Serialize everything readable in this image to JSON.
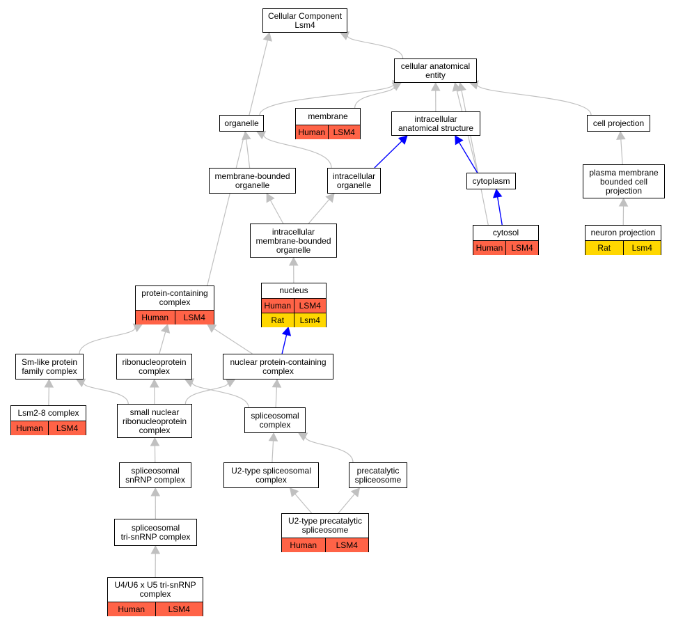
{
  "colors": {
    "edge_default": "#c0c0c0",
    "edge_highlight": "#0000ff",
    "human": "#ff6347",
    "rat": "#ffd700"
  },
  "nodes": {
    "cellular_component": {
      "lines": [
        "Cellular Component",
        "Lsm4"
      ],
      "annotations": []
    },
    "cellular_anatomical_entity": {
      "lines": [
        "cellular anatomical",
        "entity"
      ],
      "annotations": []
    },
    "organelle": {
      "lines": [
        "organelle"
      ],
      "annotations": []
    },
    "membrane": {
      "lines": [
        "membrane"
      ],
      "annotations": [
        {
          "species": "Human",
          "gene": "LSM4"
        }
      ]
    },
    "intracellular_anatomical_structure": {
      "lines": [
        "intracellular",
        "anatomical structure"
      ],
      "annotations": []
    },
    "cell_projection": {
      "lines": [
        "cell projection"
      ],
      "annotations": []
    },
    "membrane_bounded_organelle": {
      "lines": [
        "membrane-bounded",
        "organelle"
      ],
      "annotations": []
    },
    "intracellular_organelle": {
      "lines": [
        "intracellular",
        "organelle"
      ],
      "annotations": []
    },
    "cytoplasm": {
      "lines": [
        "cytoplasm"
      ],
      "annotations": []
    },
    "plasma_membrane_bounded_cell_projection": {
      "lines": [
        "plasma membrane",
        "bounded cell",
        "projection"
      ],
      "annotations": []
    },
    "intracellular_membrane_bounded_organelle": {
      "lines": [
        "intracellular",
        "membrane-bounded",
        "organelle"
      ],
      "annotations": []
    },
    "cytosol": {
      "lines": [
        "cytosol"
      ],
      "annotations": [
        {
          "species": "Human",
          "gene": "LSM4"
        }
      ]
    },
    "neuron_projection": {
      "lines": [
        "neuron projection"
      ],
      "annotations": [
        {
          "species": "Rat",
          "gene": "Lsm4"
        }
      ]
    },
    "protein_containing_complex": {
      "lines": [
        "protein-containing",
        "complex"
      ],
      "annotations": [
        {
          "species": "Human",
          "gene": "LSM4"
        }
      ]
    },
    "nucleus": {
      "lines": [
        "nucleus"
      ],
      "annotations": [
        {
          "species": "Human",
          "gene": "LSM4"
        },
        {
          "species": "Rat",
          "gene": "Lsm4"
        }
      ]
    },
    "sm_like_protein_family_complex": {
      "lines": [
        "Sm-like protein",
        "family complex"
      ],
      "annotations": []
    },
    "ribonucleoprotein_complex": {
      "lines": [
        "ribonucleoprotein",
        "complex"
      ],
      "annotations": []
    },
    "nuclear_protein_containing_complex": {
      "lines": [
        "nuclear protein-containing",
        "complex"
      ],
      "annotations": []
    },
    "lsm2_8_complex": {
      "lines": [
        "Lsm2-8 complex"
      ],
      "annotations": [
        {
          "species": "Human",
          "gene": "LSM4"
        }
      ]
    },
    "small_nuclear_ribonucleoprotein_complex": {
      "lines": [
        "small nuclear",
        "ribonucleoprotein",
        "complex"
      ],
      "annotations": []
    },
    "spliceosomal_complex": {
      "lines": [
        "spliceosomal",
        "complex"
      ],
      "annotations": []
    },
    "spliceosomal_snrnp_complex": {
      "lines": [
        "spliceosomal",
        "snRNP complex"
      ],
      "annotations": []
    },
    "u2_type_spliceosomal_complex": {
      "lines": [
        "U2-type spliceosomal",
        "complex"
      ],
      "annotations": []
    },
    "precatalytic_spliceosome": {
      "lines": [
        "precatalytic",
        "spliceosome"
      ],
      "annotations": []
    },
    "spliceosomal_tri_snrnp_complex": {
      "lines": [
        "spliceosomal",
        "tri-snRNP complex"
      ],
      "annotations": []
    },
    "u2_type_precatalytic_spliceosome": {
      "lines": [
        "U2-type precatalytic",
        "spliceosome"
      ],
      "annotations": [
        {
          "species": "Human",
          "gene": "LSM4"
        }
      ]
    },
    "u4_u6_x_u5_tri_snrnp_complex": {
      "lines": [
        "U4/U6 x U5 tri-snRNP",
        "complex"
      ],
      "annotations": [
        {
          "species": "Human",
          "gene": "LSM4"
        }
      ]
    }
  },
  "edges": [
    {
      "from": "cellular_anatomical_entity",
      "to": "cellular_component",
      "highlight": false
    },
    {
      "from": "protein_containing_complex",
      "to": "cellular_component",
      "highlight": false
    },
    {
      "from": "organelle",
      "to": "cellular_anatomical_entity",
      "highlight": false
    },
    {
      "from": "membrane",
      "to": "cellular_anatomical_entity",
      "highlight": false
    },
    {
      "from": "intracellular_anatomical_structure",
      "to": "cellular_anatomical_entity",
      "highlight": false
    },
    {
      "from": "cytoplasm",
      "to": "cellular_anatomical_entity",
      "highlight": false
    },
    {
      "from": "cytosol",
      "to": "cellular_anatomical_entity",
      "highlight": false
    },
    {
      "from": "cell_projection",
      "to": "cellular_anatomical_entity",
      "highlight": false
    },
    {
      "from": "membrane_bounded_organelle",
      "to": "organelle",
      "highlight": false
    },
    {
      "from": "intracellular_organelle",
      "to": "organelle",
      "highlight": false
    },
    {
      "from": "intracellular_organelle",
      "to": "intracellular_anatomical_structure",
      "highlight": true
    },
    {
      "from": "cytoplasm",
      "to": "intracellular_anatomical_structure",
      "highlight": true
    },
    {
      "from": "cytosol",
      "to": "cytoplasm",
      "highlight": true
    },
    {
      "from": "plasma_membrane_bounded_cell_projection",
      "to": "cell_projection",
      "highlight": false
    },
    {
      "from": "neuron_projection",
      "to": "plasma_membrane_bounded_cell_projection",
      "highlight": false
    },
    {
      "from": "intracellular_membrane_bounded_organelle",
      "to": "membrane_bounded_organelle",
      "highlight": false
    },
    {
      "from": "intracellular_membrane_bounded_organelle",
      "to": "intracellular_organelle",
      "highlight": false
    },
    {
      "from": "nucleus",
      "to": "intracellular_membrane_bounded_organelle",
      "highlight": false
    },
    {
      "from": "nuclear_protein_containing_complex",
      "to": "nucleus",
      "highlight": true
    },
    {
      "from": "sm_like_protein_family_complex",
      "to": "protein_containing_complex",
      "highlight": false
    },
    {
      "from": "ribonucleoprotein_complex",
      "to": "protein_containing_complex",
      "highlight": false
    },
    {
      "from": "nuclear_protein_containing_complex",
      "to": "protein_containing_complex",
      "highlight": false
    },
    {
      "from": "lsm2_8_complex",
      "to": "sm_like_protein_family_complex",
      "highlight": false
    },
    {
      "from": "small_nuclear_ribonucleoprotein_complex",
      "to": "sm_like_protein_family_complex",
      "highlight": false
    },
    {
      "from": "small_nuclear_ribonucleoprotein_complex",
      "to": "ribonucleoprotein_complex",
      "highlight": false
    },
    {
      "from": "small_nuclear_ribonucleoprotein_complex",
      "to": "nuclear_protein_containing_complex",
      "highlight": false
    },
    {
      "from": "spliceosomal_complex",
      "to": "ribonucleoprotein_complex",
      "highlight": false
    },
    {
      "from": "spliceosomal_complex",
      "to": "nuclear_protein_containing_complex",
      "highlight": false
    },
    {
      "from": "spliceosomal_snrnp_complex",
      "to": "small_nuclear_ribonucleoprotein_complex",
      "highlight": false
    },
    {
      "from": "u2_type_spliceosomal_complex",
      "to": "spliceosomal_complex",
      "highlight": false
    },
    {
      "from": "precatalytic_spliceosome",
      "to": "spliceosomal_complex",
      "highlight": false
    },
    {
      "from": "spliceosomal_tri_snrnp_complex",
      "to": "spliceosomal_snrnp_complex",
      "highlight": false
    },
    {
      "from": "u2_type_precatalytic_spliceosome",
      "to": "u2_type_spliceosomal_complex",
      "highlight": false
    },
    {
      "from": "u2_type_precatalytic_spliceosome",
      "to": "precatalytic_spliceosome",
      "highlight": false
    },
    {
      "from": "u4_u6_x_u5_tri_snrnp_complex",
      "to": "spliceosomal_tri_snrnp_complex",
      "highlight": false
    }
  ]
}
